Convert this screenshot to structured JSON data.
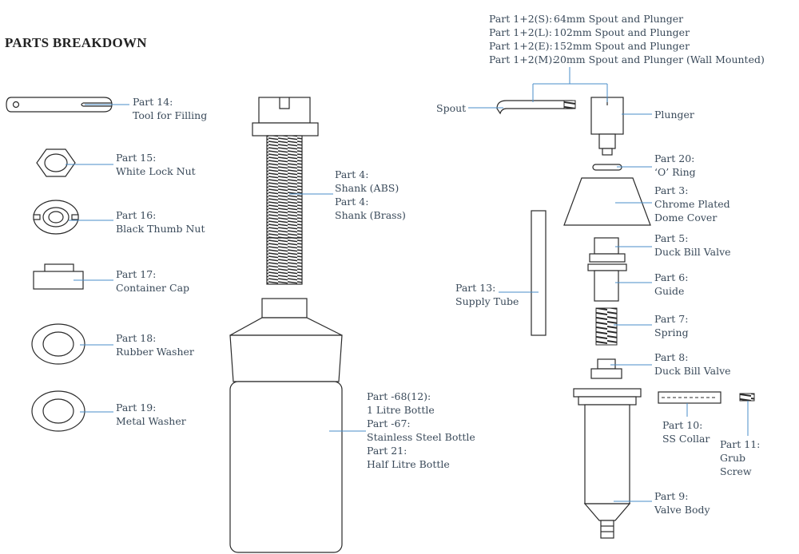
{
  "title": "PARTS BREAKDOWN",
  "parts": {
    "p14": [
      "Part 14:",
      "Tool for Filling"
    ],
    "p15": [
      "Part 15:",
      "White Lock Nut"
    ],
    "p16": [
      "Part 16:",
      "Black Thumb Nut"
    ],
    "p17": [
      "Part 17:",
      "Container Cap"
    ],
    "p18": [
      "Part 18:",
      "Rubber Washer"
    ],
    "p19": [
      "Part 19:",
      "Metal Washer"
    ],
    "p4": [
      "Part 4:",
      "Shank (ABS)",
      "Part 4:",
      "Shank (Brass)"
    ],
    "bottle": [
      "Part -68(12):",
      "1 Litre Bottle",
      "Part -67:",
      "Stainless Steel Bottle",
      "Part 21:",
      "Half Litre Bottle"
    ],
    "spouts": [
      {
        "code": "Part 1+2(S):",
        "desc": "64mm Spout and Plunger"
      },
      {
        "code": "Part 1+2(L):",
        "desc": "102mm Spout and Plunger"
      },
      {
        "code": "Part 1+2(E):",
        "desc": "152mm Spout and Plunger"
      },
      {
        "code": "Part 1+2(M):",
        "desc": "20mm Spout and Plunger (Wall Mounted)"
      }
    ],
    "spout": "Spout",
    "plunger": "Plunger",
    "p20": [
      "Part 20:",
      "‘O’ Ring"
    ],
    "p3": [
      "Part 3:",
      "Chrome Plated",
      "Dome Cover"
    ],
    "p13": [
      "Part 13:",
      "Supply Tube"
    ],
    "p5": [
      "Part 5:",
      "Duck Bill Valve"
    ],
    "p6": [
      "Part 6:",
      "Guide"
    ],
    "p7": [
      "Part 7:",
      "Spring"
    ],
    "p8": [
      "Part 8:",
      "Duck Bill Valve"
    ],
    "p10": [
      "Part 10:",
      "SS Collar"
    ],
    "p11": [
      "Part 11:",
      "Grub",
      "Screw"
    ],
    "p9": [
      "Part 9:",
      "Valve Body"
    ]
  }
}
